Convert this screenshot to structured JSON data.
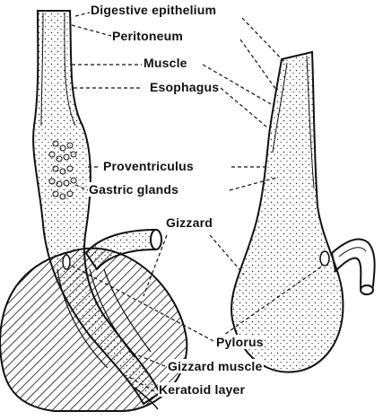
{
  "labels": {
    "digestive_epithelium": "Digestive epithelium",
    "peritoneum": "Peritoneum",
    "muscle": "Muscle",
    "esophagus": "Esophagus",
    "proventriculus": "Proventriculus",
    "gastric_glands": "Gastric glands",
    "gizzard": "Gizzard",
    "pylorus": "Pylorus",
    "gizzard_muscle": "Gizzard muscle",
    "keratoid_layer": "Keratoid layer"
  }
}
